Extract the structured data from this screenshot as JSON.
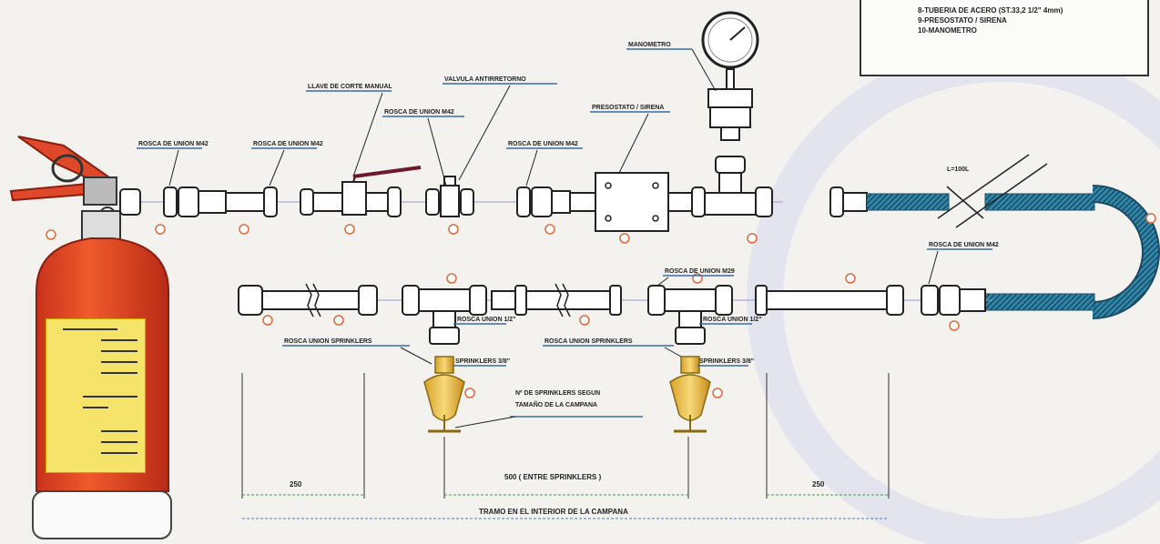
{
  "legend": {
    "lines": [
      "8-TUBERIA DE ACERO (ST.33,2 1/2\" 4mm)",
      "9-PRESOSTATO / SIRENA",
      "10-MANOMETRO"
    ]
  },
  "labels": {
    "rosca_union_1": "ROSCA DE UNION M42",
    "rosca_union_2": "ROSCA DE UNION M42",
    "llave_corte": "LLAVE DE CORTE MANUAL",
    "rosca_union_3": "ROSCA DE UNION M42",
    "valvula_antirretorno": "VALVULA ANTIRRETORNO",
    "rosca_union_4": "ROSCA DE UNION M42",
    "presostato": "PRESOSTATO / SIRENA",
    "manometro": "MANOMETRO",
    "rosca_union_5": "ROSCA DE UNION M42",
    "rosca_union_6": "ROSCA DE UNION M29",
    "rosca_union_sprinklers_1": "ROSCA UNION SPRINKLERS",
    "rosca_union_sprinklers_2": "ROSCA UNION SPRINKLERS",
    "rosca_union_small_1": "ROSCA UNION 1/2\"",
    "rosca_union_small_2": "ROSCA UNION 1/2\"",
    "sprinklers_1": "SPRINKLERS 3/8\"",
    "sprinklers_2": "SPRINKLERS 3/8\"",
    "note": [
      "Nº DE SPRINKLERS SEGUN",
      "TAMAÑO DE LA CAMPANA"
    ],
    "flex_len": "L=100L"
  },
  "dimensions": {
    "left": "250",
    "middle": "500 ( ENTRE SPRINKLERS )",
    "right": "250",
    "total": "TRAMO EN EL INTERIOR DE LA CAMPANA"
  }
}
